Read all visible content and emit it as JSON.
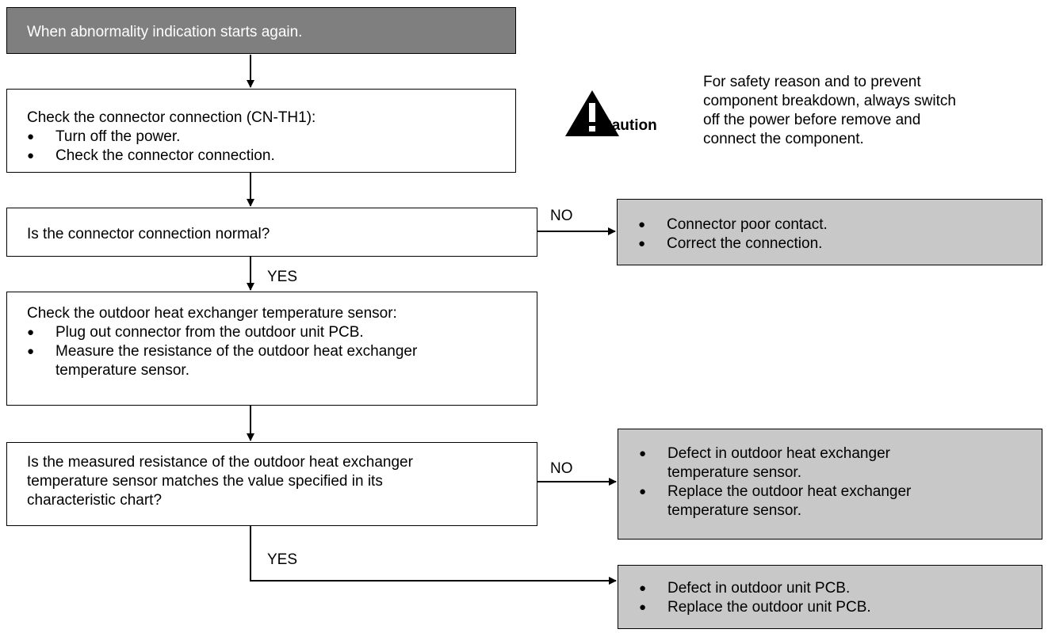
{
  "start": {
    "text": "When abnormality indication starts again."
  },
  "step_connector": {
    "title": "Check the connector connection (CN-TH1):",
    "bullets": [
      "Turn off the power.",
      "Check the connector connection."
    ]
  },
  "caution": {
    "word": "Caution",
    "lines": [
      "For safety reason and to prevent",
      "component breakdown, always switch",
      "off the power before remove and",
      "connect the component."
    ]
  },
  "question_connector": {
    "text": "Is the connector connection normal?"
  },
  "result_poor_contact": {
    "bullets": [
      "Connector poor contact.",
      "Correct the connection."
    ]
  },
  "step_sensor": {
    "title": "Check the outdoor heat exchanger temperature sensor:",
    "bullets": [
      "Plug out connector from the outdoor unit PCB.",
      "Measure the resistance of the outdoor heat exchanger",
      "temperature sensor."
    ]
  },
  "question_resistance": {
    "lines": [
      "Is the measured resistance of the outdoor heat exchanger",
      "temperature sensor matches the value specified in its",
      "characteristic chart?"
    ]
  },
  "result_sensor_defect": {
    "bullets": [
      "Defect in outdoor heat exchanger",
      "temperature sensor.",
      "Replace the outdoor heat exchanger",
      "temperature sensor."
    ]
  },
  "result_pcb_defect": {
    "bullets": [
      "Defect in outdoor unit PCB.",
      "Replace the outdoor unit PCB."
    ]
  },
  "labels": {
    "no1": "NO",
    "yes1": "YES",
    "no2": "NO",
    "yes2": "YES"
  }
}
